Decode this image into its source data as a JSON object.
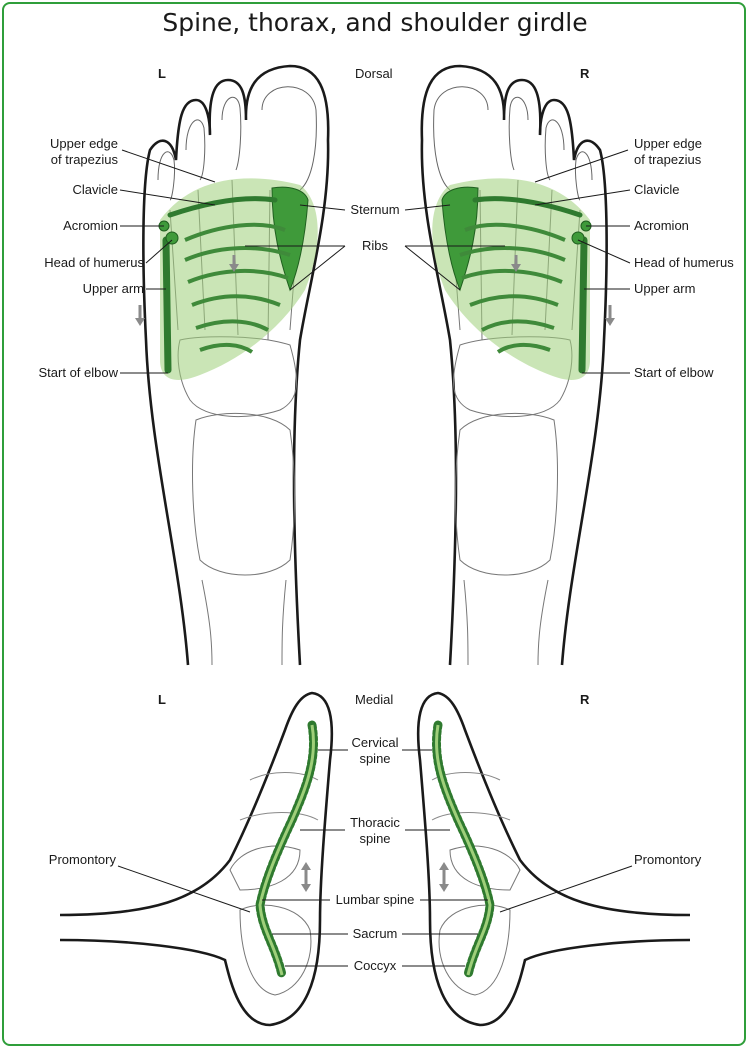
{
  "title": "Spine, thorax, and shoulder girdle",
  "top_panel": {
    "view": "Dorsal",
    "left_side": "L",
    "right_side": "R",
    "labels_left": {
      "upper_edge_trapezius": "Upper edge\nof trapezius",
      "clavicle": "Clavicle",
      "acromion": "Acromion",
      "head_humerus": "Head of humerus",
      "upper_arm": "Upper arm",
      "start_elbow": "Start of elbow"
    },
    "labels_center": {
      "sternum": "Sternum",
      "ribs": "Ribs"
    },
    "labels_right": {
      "upper_edge_trapezius": "Upper edge\nof trapezius",
      "clavicle": "Clavicle",
      "acromion": "Acromion",
      "head_humerus": "Head of humerus",
      "upper_arm": "Upper arm",
      "start_elbow": "Start of elbow"
    }
  },
  "bottom_panel": {
    "view": "Medial",
    "left_side": "L",
    "right_side": "R",
    "labels_center": {
      "cervical": "Cervical\nspine",
      "thoracic": "Thoracic\nspine",
      "lumbar": "Lumbar spine",
      "sacrum": "Sacrum",
      "coccyx": "Coccyx"
    },
    "label_left_promontory": "Promontory",
    "label_right_promontory": "Promontory"
  },
  "colors": {
    "border": "#2f9e3a",
    "zone_green": "#3f9a3a",
    "zone_light": "#9fcf7a",
    "arrow": "#8a8a8a"
  }
}
